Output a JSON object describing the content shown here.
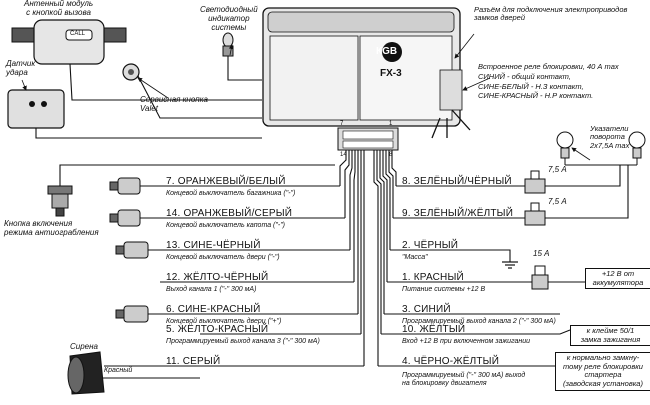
{
  "components": {
    "antenna_module": "Антенный модуль\nс кнопкой вызова",
    "call_label": "CALL",
    "shock_sensor": "Датчик\nудара",
    "led_indicator": "Светодиодный\nиндикатор\nсистемы",
    "valet_button": "Сервисная кнопка\nValet",
    "door_lock_connector": "Разъём для подключения электроприводов\nзамков дверей",
    "unit_brand": "КGВ",
    "unit_model": "FX-3",
    "blocking_relay": "Встроенное реле блокировки, 40 А max\nСИНИЙ - общий контакт,\nСИНЕ-БЕЛЫЙ - Н.З контакт,\nСИНЕ-КРАСНЫЙ - Н.Р контакт.",
    "turn_signals": "Указатели\nповорота\n2x7,5A max",
    "antihijack_button": "Кнопка включения\nрежима антиограбления",
    "siren": "Сирена",
    "siren_red": "Красный",
    "pin_14": "14",
    "pin_8": "8",
    "pin_1": "1",
    "pin_7": "7"
  },
  "left_wires": [
    {
      "label": "7. ОРАНЖЕВЫЙ/БЕЛЫЙ",
      "desc": "Концевой выключатель багажника (\"-\")"
    },
    {
      "label": "14. ОРАНЖЕВЫЙ/СЕРЫЙ",
      "desc": "Концевой выключатель капота (\"-\")"
    },
    {
      "label": "13. СИНЕ-ЧЁРНЫЙ",
      "desc": "Концевой выключатель двери (\"-\")"
    },
    {
      "label": "12. ЖЁЛТО-ЧЁРНЫЙ",
      "desc": "Выход канала 1 (\"-\" 300 мА)"
    },
    {
      "label": "6. СИНЕ-КРАСНЫЙ",
      "desc": "Концевой выключатель двери (\"+\")"
    },
    {
      "label": "5. ЖЁЛТО-КРАСНЫЙ",
      "desc": "Программируемый выход канала 3 (\"-\" 300 мА)"
    },
    {
      "label": "11. СЕРЫЙ",
      "desc": ""
    }
  ],
  "right_wires": [
    {
      "label": "8. ЗЕЛЁНЫЙ/ЧЁРНЫЙ",
      "desc": ""
    },
    {
      "label": "9. ЗЕЛЁНЫЙ/ЖЁЛТЫЙ",
      "desc": ""
    },
    {
      "label": "2. ЧЁРНЫЙ",
      "desc": "\"Масса\""
    },
    {
      "label": "1. КРАСНЫЙ",
      "desc": "Питание системы +12 В"
    },
    {
      "label": "3. СИНИЙ",
      "desc": "Программируемый выход канала 2 (\"-\" 300 мА)"
    },
    {
      "label": "10. ЖЁЛТЫЙ",
      "desc": "Вход +12 В при включенном зажигании"
    },
    {
      "label": "4. ЧЁРНО-ЖЁЛТЫЙ",
      "desc": "Программируемый (\"-\" 300 мА) выход\nна блокировку двигателя"
    }
  ],
  "fuses": {
    "f1": "7,5 А",
    "f2": "7,5 А",
    "f3": "15 А"
  },
  "boxes": {
    "battery": "+12 В от\nаккумулятора",
    "ignition": "к клейме 50/1\nзамка зажигания",
    "starter": "к нормально замкну-\nтому реле блокировки\nстартера\n(заводская установка)"
  }
}
